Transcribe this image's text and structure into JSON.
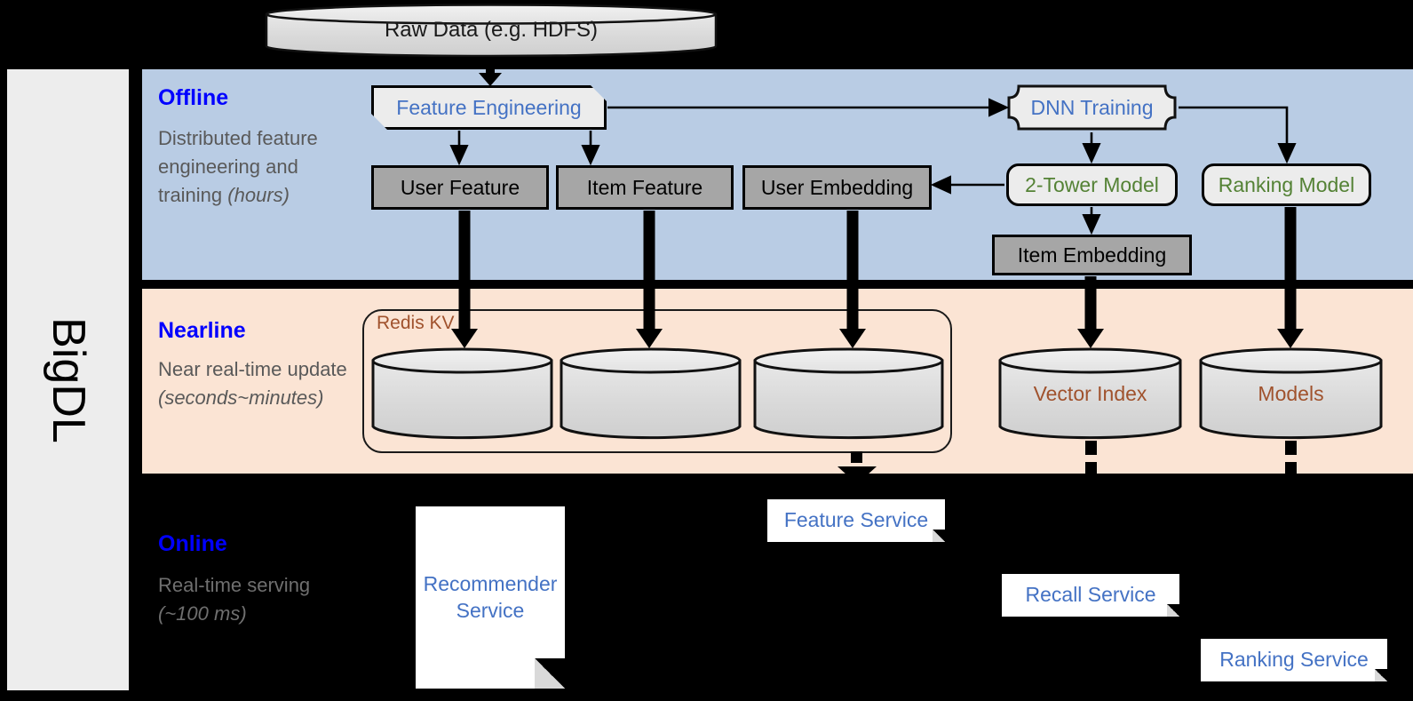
{
  "framework": {
    "name": "BigDL"
  },
  "bands": [
    {
      "id": "offline",
      "title": "Offline",
      "desc": "Distributed feature engineering and training ",
      "desc_em": "(hours)",
      "color": "#b9cce4"
    },
    {
      "id": "nearline",
      "title": "Nearline",
      "desc": "Near real-time update ",
      "desc_em": "(seconds~minutes)",
      "color": "#fbe4d4"
    },
    {
      "id": "online",
      "title": "Online",
      "desc": "Real-time serving ",
      "desc_em": "(~100 ms)",
      "color": "#000000"
    }
  ],
  "source": {
    "label": "Raw Data (e.g. HDFS)"
  },
  "offline": {
    "feature_engineering": "Feature Engineering",
    "dnn_training": "DNN Training",
    "user_feature": "User Feature",
    "item_feature": "Item Feature",
    "user_embedding": "User Embedding",
    "two_tower_model": "2-Tower Model",
    "ranking_model": "Ranking Model",
    "item_embedding": "Item Embedding"
  },
  "nearline": {
    "redis_kv": "Redis KV",
    "store_1": "",
    "store_2": "",
    "store_3": "",
    "vector_index": "Vector Index",
    "models": "Models"
  },
  "online": {
    "recommender_service": "Recommender Service",
    "feature_service": "Feature Service",
    "recall_service": "Recall Service",
    "ranking_service": "Ranking Service"
  },
  "colors": {
    "blue_text": "#4472c4",
    "green_text": "#548235",
    "brown_text": "#a0522d",
    "band_title": "#0000ff",
    "gray_box": "#a6a6a6",
    "offline_band": "#b9cce4",
    "nearline_band": "#fbe4d4",
    "rail": "#ededed"
  }
}
